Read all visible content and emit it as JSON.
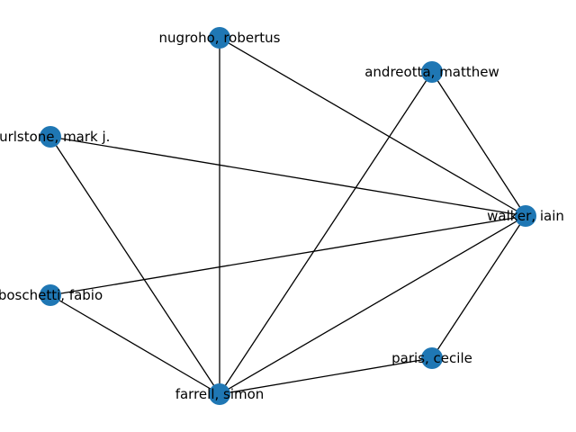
{
  "style": {
    "node_color": "#1f77b4",
    "edge_color": "#000000",
    "background": "#ffffff"
  },
  "nodes": [
    {
      "id": "nugroho",
      "label": "nugroho, robertus"
    },
    {
      "id": "andreotta",
      "label": "andreotta, matthew"
    },
    {
      "id": "hurlstone",
      "label": "hurlstone, mark j."
    },
    {
      "id": "walker",
      "label": "walker, iain"
    },
    {
      "id": "boschetti",
      "label": "boschetti, fabio"
    },
    {
      "id": "paris",
      "label": "paris, cecile"
    },
    {
      "id": "farrell",
      "label": "farrell, simon"
    }
  ],
  "edges": [
    [
      "nugroho",
      "walker"
    ],
    [
      "nugroho",
      "farrell"
    ],
    [
      "andreotta",
      "walker"
    ],
    [
      "andreotta",
      "farrell"
    ],
    [
      "hurlstone",
      "walker"
    ],
    [
      "hurlstone",
      "farrell"
    ],
    [
      "walker",
      "boschetti"
    ],
    [
      "walker",
      "farrell"
    ],
    [
      "walker",
      "paris"
    ],
    [
      "boschetti",
      "farrell"
    ],
    [
      "farrell",
      "paris"
    ]
  ]
}
